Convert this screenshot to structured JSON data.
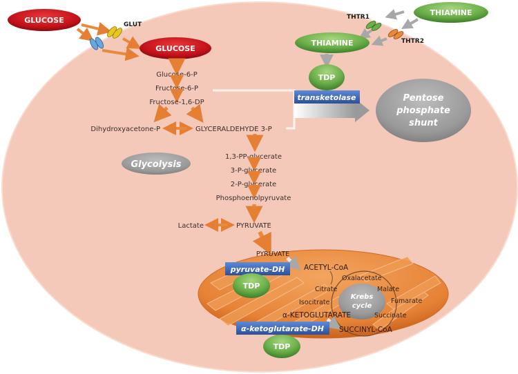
{
  "colors": {
    "cell_fill": "#f5c9b9",
    "mito_fill": "#e98a3e",
    "glucose_red": "#c8141a",
    "thiamine_green": "#6cb04a",
    "enzyme_blue": "#3a64b8",
    "arrow_orange": "#e88a3c",
    "arrow_gray": "#a8a8a8",
    "process_gray": "#9a9a9a"
  },
  "transport": {
    "glucose_outside": "GLUCOSE",
    "glucose_inside": "GLUCOSE",
    "glut_label": "GLUT",
    "thiamine_outside": "THIAMINE",
    "thiamine_inside": "THIAMINE",
    "thtr1_label": "THTR1",
    "thtr2_label": "THTR2"
  },
  "glycolysis": {
    "title": "Glycolysis",
    "steps": {
      "g6p": "Glucose-6-P",
      "f6p": "Fructose-6-P",
      "f16dp": "Fructose-1,6-DP",
      "dhap": "Dihydroxyacetone-P",
      "g3p": "GLYCERALDEHYDE 3-P",
      "bpg": "1,3-PP-glycerate",
      "pg3": "3-P-glycerate",
      "pg2": "2-P-glycerate",
      "pep": "Phosphoenolpyruvate",
      "pyruvate": "PYRUVATE",
      "lactate": "Lactate"
    }
  },
  "pentose": {
    "cofactor": "TDP",
    "enzyme": "transketolase",
    "title_lines": [
      "Pentose",
      "phosphate",
      "shunt"
    ]
  },
  "mitochondrion": {
    "pyruvate": "PYRUVATE",
    "pdh_enzyme": "pyruvate-DH",
    "pdh_cofactor": "TDP",
    "acetyl_coa": "ACETYL-CoA",
    "krebs_title_lines": [
      "Krebs",
      "cycle"
    ],
    "krebs_intermediates": {
      "oxalacetate": "Oxalacetate",
      "citrate": "Citrate",
      "malate": "Malate",
      "isocitrate": "Isocitrate",
      "fumarate": "Fumarate",
      "akg": "α-KETOGLUTARATE",
      "succinate": "Succinate",
      "succinyl_coa": "SUCCINYL-CoA"
    },
    "akgdh_enzyme": "α-ketoglutarate-DH",
    "akgdh_cofactor": "TDP"
  }
}
